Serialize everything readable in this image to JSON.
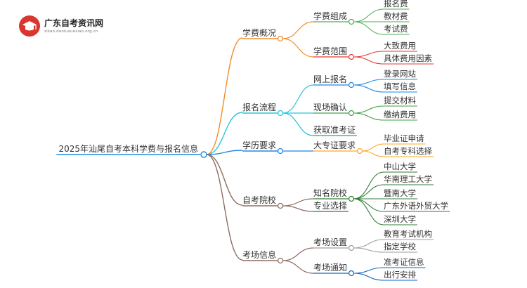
{
  "site": {
    "name": "广东自考资讯网",
    "url": "zikao.danluxuexiao.org.cn"
  },
  "root": "2025年汕尾自考本科学费与报名信息",
  "branches": [
    {
      "label": "学费概况",
      "color": "#f28c28",
      "children": [
        {
          "label": "学费组成",
          "color": "#4caf50",
          "leaves": [
            "报名费",
            "教材费",
            "考试费"
          ]
        },
        {
          "label": "学费范围",
          "color": "#e53935",
          "leaves": [
            "大致费用",
            "具体费用因素"
          ]
        }
      ]
    },
    {
      "label": "报名流程",
      "color": "#26c6da",
      "children": [
        {
          "label": "网上报名",
          "color": "#1e88e5",
          "leaves": [
            "登录网站",
            "填写信息"
          ]
        },
        {
          "label": "现场确认",
          "color": "#43a047",
          "leaves": [
            "提交材料",
            "缴纳费用"
          ]
        },
        {
          "label": "获取准考证",
          "color": "#43a047",
          "leaves": []
        }
      ]
    },
    {
      "label": "学历要求",
      "color": "#1e88e5",
      "children": [
        {
          "label": "大专证要求",
          "color": "#f9a825",
          "leaves": [
            "毕业证申请",
            "自考专科选择"
          ]
        }
      ]
    },
    {
      "label": "自考院校",
      "color": "#8d6e63",
      "children": [
        {
          "label": "知名院校",
          "color": "#2e7d32",
          "leaves": [
            "中山大学",
            "华南理工大学",
            "暨南大学",
            "广东外语外贸大学",
            "深圳大学"
          ]
        },
        {
          "label": "专业选择",
          "color": "#2e7d32",
          "leaves": []
        }
      ]
    },
    {
      "label": "考场信息",
      "color": "#8d6e63",
      "children": [
        {
          "label": "考场设置",
          "color": "#9e9e9e",
          "leaves": [
            "教育考试机构",
            "指定学校"
          ]
        },
        {
          "label": "考场通知",
          "color": "#1565c0",
          "leaves": [
            "准考证信息",
            "出行安排"
          ]
        }
      ]
    }
  ]
}
